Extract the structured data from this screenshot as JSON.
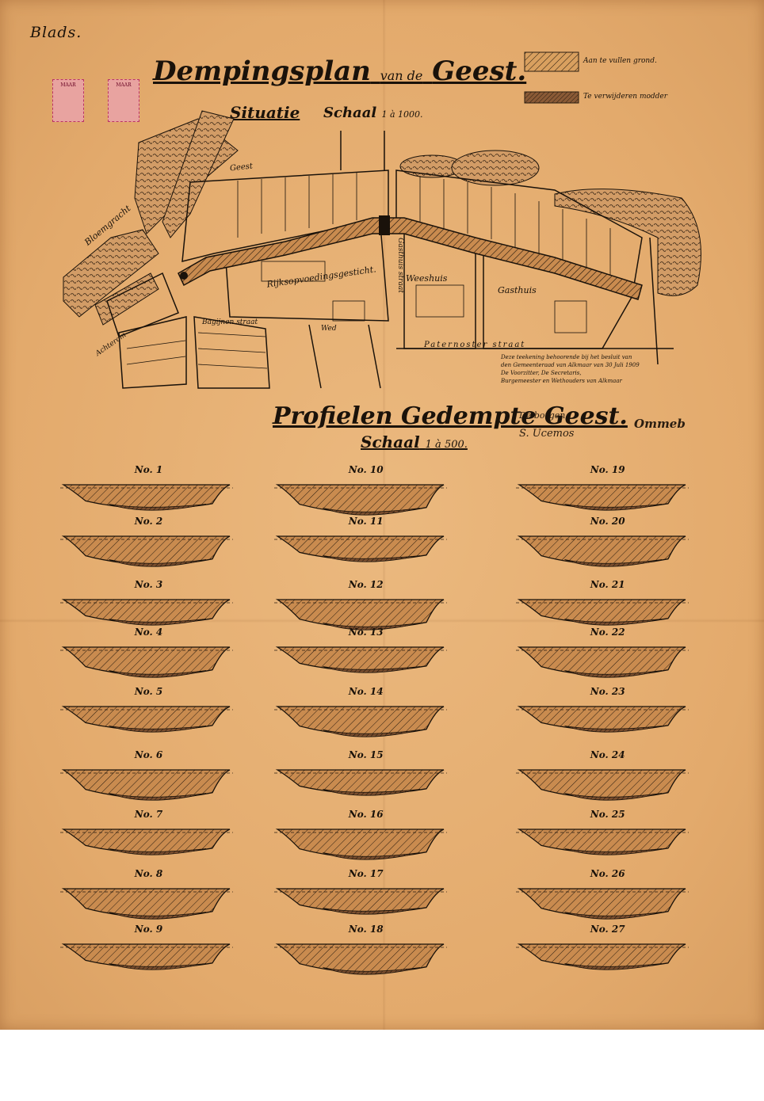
{
  "sheet_label": "Blads.",
  "title": {
    "main": "Dempingsplan",
    "connector": "van de",
    "name": "Geest."
  },
  "situatie": {
    "label": "Situatie",
    "scale_word": "Schaal",
    "scale_value": "1 à 1000."
  },
  "legend": [
    {
      "label": "Aan te vullen grond.",
      "fill": "#d79a5a"
    },
    {
      "label": "Te verwijderen modder",
      "fill": "#8a5a36"
    }
  ],
  "map_labels": {
    "street_geest": "Geest",
    "garden_left": "Bloemgracht",
    "rijkopvoeding": "Rijksopvoedingsgesticht.",
    "weeshuis": "Weeshuis",
    "gasthuis": "Gasthuis",
    "pater_noster": "Paternoster straat",
    "bagijnen": "Bagijnen straat",
    "gasthuis_straat": "Gasthuis straat",
    "wed": "Wed",
    "achterom": "Achterom"
  },
  "annotation_lines": [
    "Deze teekening behoorende bij het besluit van",
    "den Gemeenteraad van Alkmaar van 30 Juli 1909",
    "De Voorzitter,   De Secretaris,",
    "Burgemeester en Wethouders van Alkmaar"
  ],
  "signatures": [
    "De borgen,",
    "S. Ucemos",
    "Ommeb"
  ],
  "profiles_section": {
    "title": "Profielen Gedempte Geest.",
    "scale_word": "Schaal",
    "scale_value": "1 à 500."
  },
  "profiles": [
    {
      "label": "No. 1"
    },
    {
      "label": "No. 2"
    },
    {
      "label": "No. 3"
    },
    {
      "label": "No. 4"
    },
    {
      "label": "No. 5"
    },
    {
      "label": "No. 6"
    },
    {
      "label": "No. 7"
    },
    {
      "label": "No. 8"
    },
    {
      "label": "No. 9"
    },
    {
      "label": "No. 10"
    },
    {
      "label": "No. 11"
    },
    {
      "label": "No. 12"
    },
    {
      "label": "No. 13"
    },
    {
      "label": "No. 14"
    },
    {
      "label": "No. 15"
    },
    {
      "label": "No. 16"
    },
    {
      "label": "No. 17"
    },
    {
      "label": "No. 18"
    },
    {
      "label": "No. 19"
    },
    {
      "label": "No. 20"
    },
    {
      "label": "No. 21"
    },
    {
      "label": "No. 22"
    },
    {
      "label": "No. 23"
    },
    {
      "label": "No. 24"
    },
    {
      "label": "No. 25"
    },
    {
      "label": "No. 26"
    },
    {
      "label": "No. 27"
    }
  ],
  "colors": {
    "paper": "#e7b276",
    "ink": "#1a120a",
    "fill_hatch": "#c98b4f",
    "mud": "#7a4e2e"
  }
}
